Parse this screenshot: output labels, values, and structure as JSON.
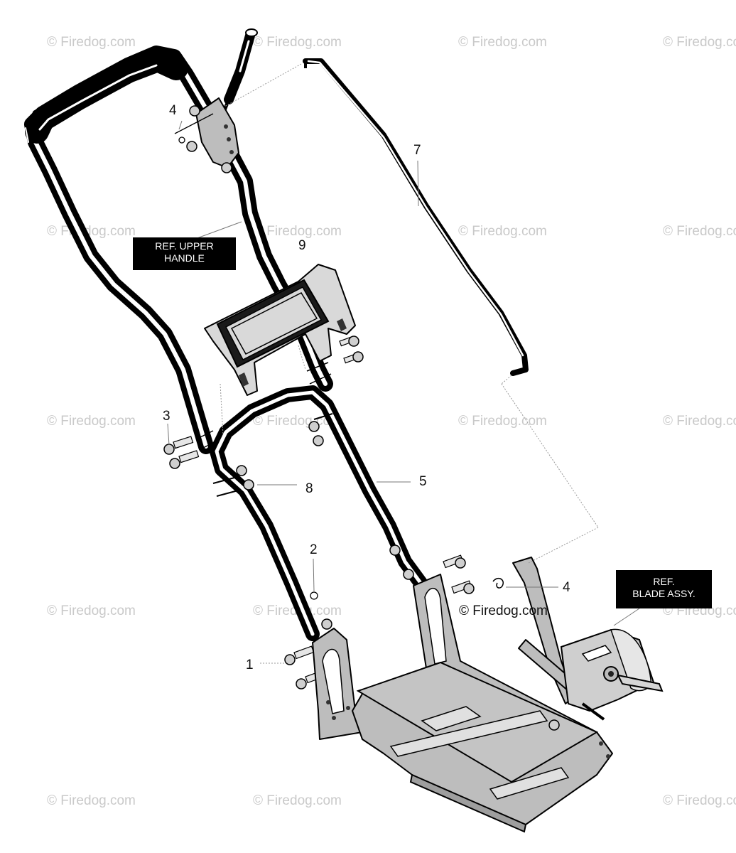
{
  "watermark": {
    "text": "© Firedog.com"
  },
  "copyright_text": "© Firedog.com",
  "callouts": {
    "c1": "1",
    "c2": "2",
    "c3": "3",
    "c4a": "4",
    "c4b": "4",
    "c5": "5",
    "c7": "7",
    "c8": "8",
    "c9": "9"
  },
  "ref_upper_handle": {
    "line1": "REF. UPPER",
    "line2": "HANDLE"
  },
  "ref_blade_assy": {
    "line1": "REF.",
    "line2": "BLADE ASSY."
  }
}
